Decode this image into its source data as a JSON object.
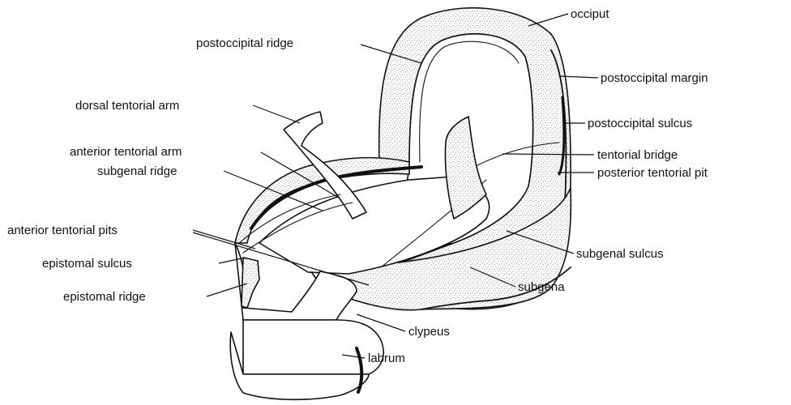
{
  "labels": {
    "occiput": "occiput",
    "postoccipital_ridge": "postoccipital ridge",
    "postoccipital_margin": "postoccipital margin",
    "dorsal_tentorial_arm": "dorsal tentorial arm",
    "postoccipital_sulcus": "postoccipital sulcus",
    "anterior_tentorial_arm": "anterior tentorial arm",
    "tentorial_bridge": "tentorial bridge",
    "subgenal_ridge": "subgenal ridge",
    "posterior_tentorial_pit": "posterior tentorial pit",
    "anterior_tentorial_pits": "anterior tentorial pits",
    "subgenal_sulcus": "subgenal sulcus",
    "epistomal_sulcus": "epistomal sulcus",
    "subgena": "subgena",
    "epistomal_ridge": "epistomal ridge",
    "clypeus": "clypeus",
    "labrum": "labrum"
  },
  "colors": {
    "ink": "#111111",
    "background": "#ffffff",
    "stipple": "#9a9a9a"
  }
}
